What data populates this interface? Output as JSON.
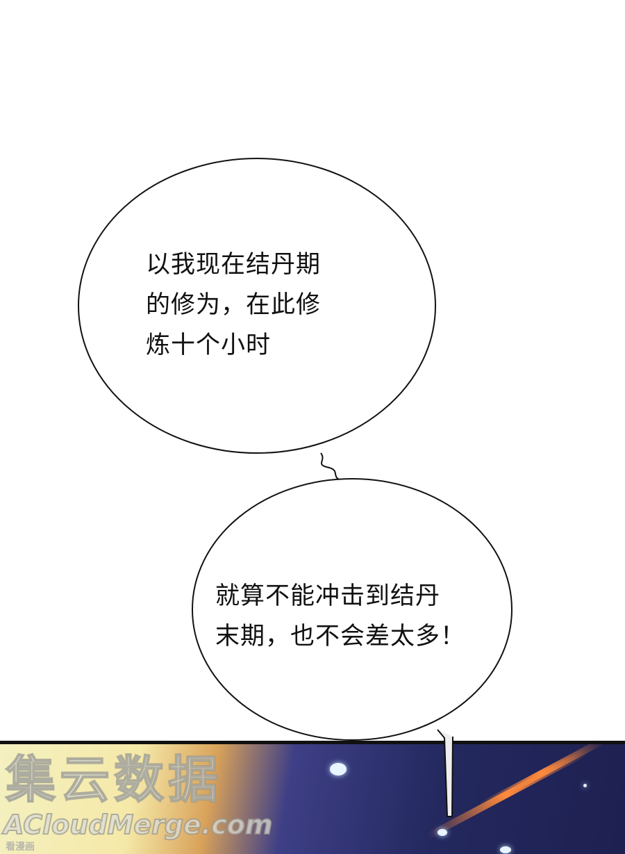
{
  "bubbles": [
    {
      "lines": [
        "以我现在结丹期",
        "的修为，在此修",
        "炼十个小时"
      ]
    },
    {
      "lines": [
        "就算不能冲击到结丹",
        "末期，也不会差太多！"
      ]
    }
  ],
  "watermark": {
    "cn": "集云数据",
    "en": "ACloudMerge.com",
    "small": "看漫画"
  }
}
